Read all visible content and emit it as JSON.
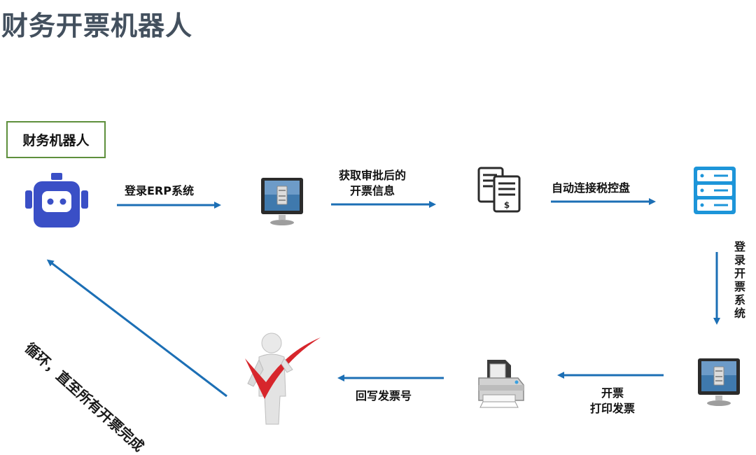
{
  "title": "财务开票机器人",
  "robot_label": "财务机器人",
  "steps": {
    "login_erp": "登录ERP系统",
    "fetch_line1": "获取审批后的",
    "fetch_line2": "开票信息",
    "connect_tax": "自动连接税控盘",
    "login_invoice_system": "登录开票系统",
    "issue_line1": "开票",
    "issue_line2": "打印发票",
    "write_back": "回写发票号",
    "loop": "循环，直至所有开票完成"
  },
  "colors": {
    "arrow": "#1c6fb5",
    "robot": "#3a4fc6",
    "server": "#1d95d9",
    "title": "#43505e",
    "box_border": "#5e8f3c",
    "check": "#d7262c"
  },
  "icons": [
    "robot-icon",
    "computer-icon",
    "invoice-documents-icon",
    "server-icon",
    "printer-icon",
    "person-checkmark-icon"
  ]
}
